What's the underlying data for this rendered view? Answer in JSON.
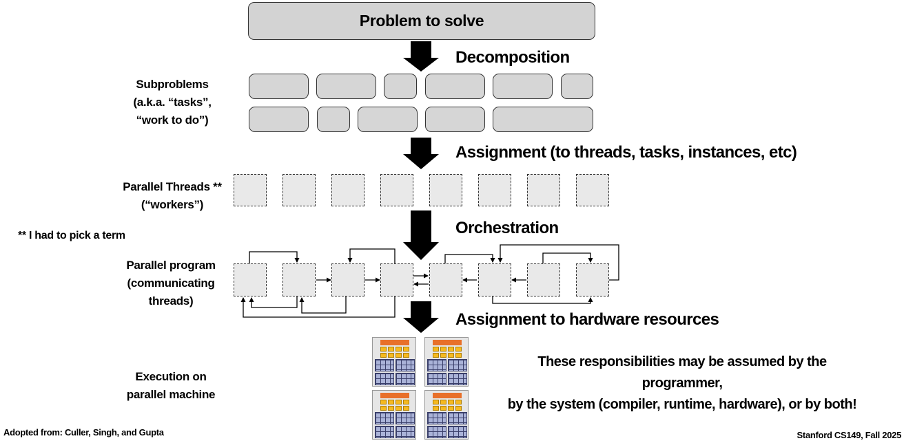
{
  "problem": "Problem to solve",
  "stages": {
    "decomposition": "Decomposition",
    "assignment": "Assignment (to threads, tasks, instances, etc)",
    "orchestration": "Orchestration",
    "hardware": "Assignment to hardware resources"
  },
  "left_labels": {
    "subproblems": [
      "Subproblems",
      "(a.k.a. “tasks”,",
      "“work to do”)"
    ],
    "threads": [
      "Parallel Threads **",
      "(“workers”)"
    ],
    "program": [
      "Parallel program",
      "(communicating",
      "threads)"
    ],
    "execution": [
      "Execution on",
      "parallel machine"
    ]
  },
  "note": "** I had to pick a term",
  "responsibilities": [
    "These responsibilities may be assumed by the programmer,",
    "by the system (compiler, runtime, hardware), or by both!"
  ],
  "footer_left": "Adopted from: Culler, Singh, and Gupta",
  "footer_right": "Stanford CS149, Fall 2025",
  "colors": {
    "box_fill": "#d3d3d3",
    "thread_fill": "#e9e9e9",
    "chip_orange": "#e8702a",
    "chip_yellow": "#f5b920",
    "chip_blue": "#aab3d8"
  }
}
